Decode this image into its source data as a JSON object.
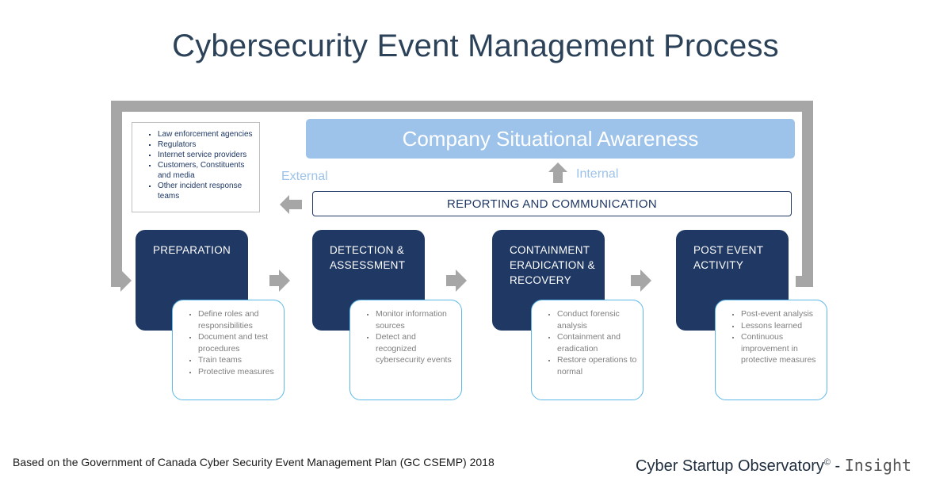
{
  "title": "Cybersecurity Event Management Process",
  "external_parties": [
    "Law enforcement agencies",
    "Regulators",
    "Internet service providers",
    "Customers, Constituents and media",
    "Other incident response teams"
  ],
  "awareness": "Company Situational Awareness",
  "external_label": "External",
  "internal_label": "Internal",
  "reporting": "REPORTING AND COMMUNICATION",
  "phases": [
    {
      "name_lines": [
        "PREPARATION"
      ],
      "items": [
        "Define roles and responsibilities",
        "Document and test procedures",
        "Train teams",
        "Protective measures"
      ]
    },
    {
      "name_lines": [
        "DETECTION &",
        "ASSESSMENT"
      ],
      "items": [
        "Monitor information sources",
        "Detect and recognized cybersecurity events"
      ]
    },
    {
      "name_lines": [
        "CONTAINMENT",
        "ERADICATION &",
        "RECOVERY"
      ],
      "items": [
        "Conduct forensic analysis",
        "Containment and eradication",
        "Restore operations to normal"
      ]
    },
    {
      "name_lines": [
        "POST EVENT",
        "ACTIVITY"
      ],
      "items": [
        "Post-event analysis",
        "Lessons learned",
        "Continuous improvement in protective measures"
      ]
    }
  ],
  "footer": "Based on the Government of Canada Cyber Security Event Management Plan (GC CSEMP) 2018",
  "brand": {
    "name": "Cyber Startup Observatory",
    "mark": "©",
    "separator": " - ",
    "tag": "Insight"
  },
  "colors": {
    "navy": "#1f3864",
    "light_blue": "#9dc3ea",
    "card_border": "#5cb8e8",
    "arrow_gray": "#a6a6a6"
  },
  "icons": {
    "flow_arrow": "right-arrow-icon",
    "internal_arrow": "up-arrow-icon",
    "external_arrow": "left-arrow-icon"
  }
}
